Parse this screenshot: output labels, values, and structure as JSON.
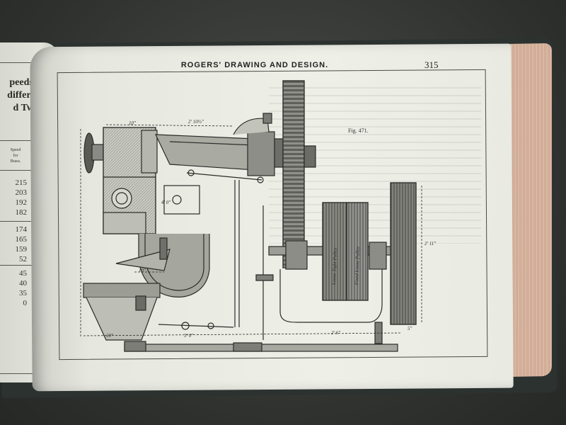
{
  "book": {
    "header_title": "ROGERS' DRAWING AND DESIGN.",
    "page_number": "315",
    "figure_label": "Fig. 471."
  },
  "left_page": {
    "lines": [
      "peeds of",
      "different",
      "d Twist"
    ],
    "column_head": [
      "Speed",
      "for",
      "Brass."
    ],
    "numbers": [
      "215",
      "203",
      "192",
      "182",
      "174",
      "165",
      "159",
      "52",
      "45",
      "40",
      "35",
      "0"
    ]
  },
  "dimensions": {
    "top_overall": "2' 10½\"",
    "top_short": "10\"",
    "left_height": "4' 0\"",
    "arm_gap": "10\"",
    "base_left": "10\"",
    "base_mid": "3' 0\"",
    "base_right": "2' 6\"",
    "pulley_dia": "2' 11\"",
    "flywheel_width": "5\""
  },
  "pulleys": {
    "left_label": "Loose Tight Pulley",
    "right_label": "Fixed Loose Pulley"
  }
}
